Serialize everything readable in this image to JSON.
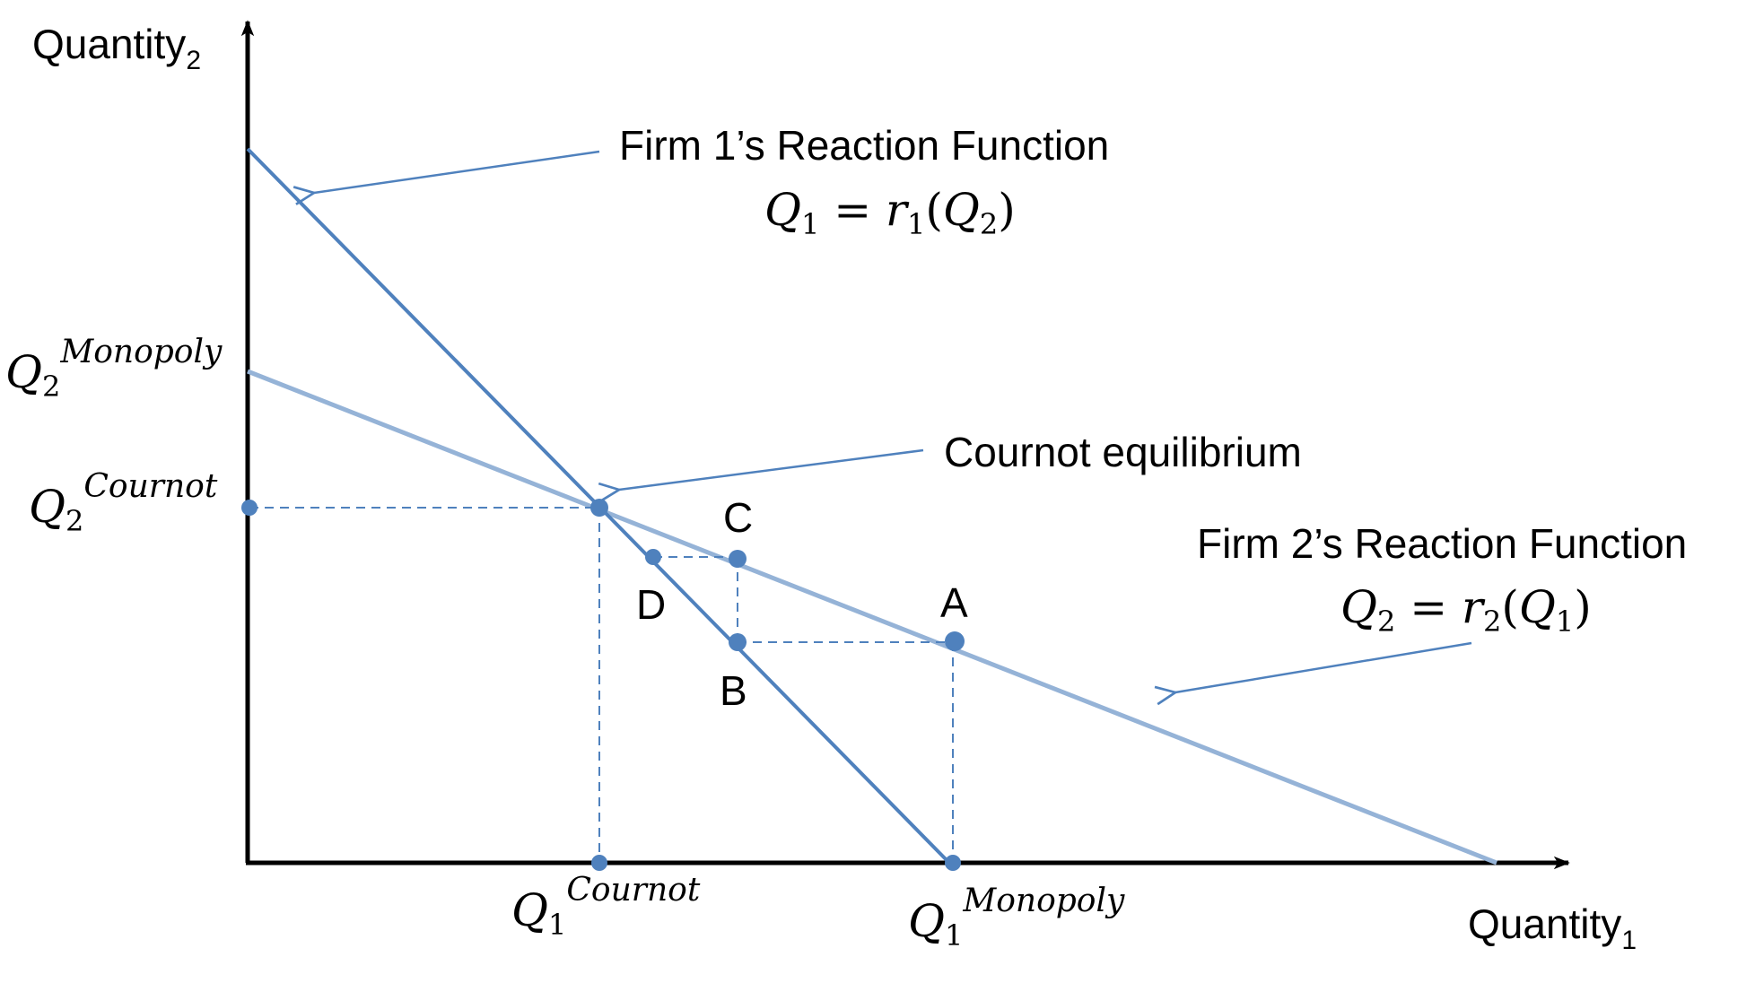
{
  "axes": {
    "y_label": "Quantity",
    "y_label_sub": "2",
    "x_label": "Quantity",
    "x_label_sub": "1"
  },
  "curves": {
    "firm1": {
      "title": "Firm 1’s Reaction Function",
      "eq_lhs_var": "Q",
      "eq_lhs_sub": "1",
      "eq_eq": " = ",
      "eq_fn": "r",
      "eq_fn_sub": "1",
      "eq_arg_var": "Q",
      "eq_arg_sub": "2",
      "eq_open": "(",
      "eq_close": ")",
      "color": "#4f81bd"
    },
    "firm2": {
      "title": "Firm 2’s Reaction Function",
      "eq_lhs_var": "Q",
      "eq_lhs_sub": "2",
      "eq_eq": " = ",
      "eq_fn": "r",
      "eq_fn_sub": "2",
      "eq_arg_var": "Q",
      "eq_arg_sub": "1",
      "eq_open": "(",
      "eq_close": ")",
      "color": "#95b3d7"
    }
  },
  "annotations": {
    "cournot_equilibrium": "Cournot equilibrium"
  },
  "points": {
    "A": "A",
    "B": "B",
    "C": "C",
    "D": "D"
  },
  "tick_labels": {
    "q2_monopoly": {
      "var": "Q",
      "sub": "2",
      "sup": "Monopoly"
    },
    "q2_cournot": {
      "var": "Q",
      "sub": "2",
      "sup": "Cournot"
    },
    "q1_cournot": {
      "var": "Q",
      "sub": "1",
      "sup": "Cournot"
    },
    "q1_monopoly": {
      "var": "Q",
      "sub": "1",
      "sup": "Monopoly"
    }
  },
  "colors": {
    "axis": "#000000",
    "accent": "#4f81bd",
    "light_accent": "#95b3d7"
  }
}
